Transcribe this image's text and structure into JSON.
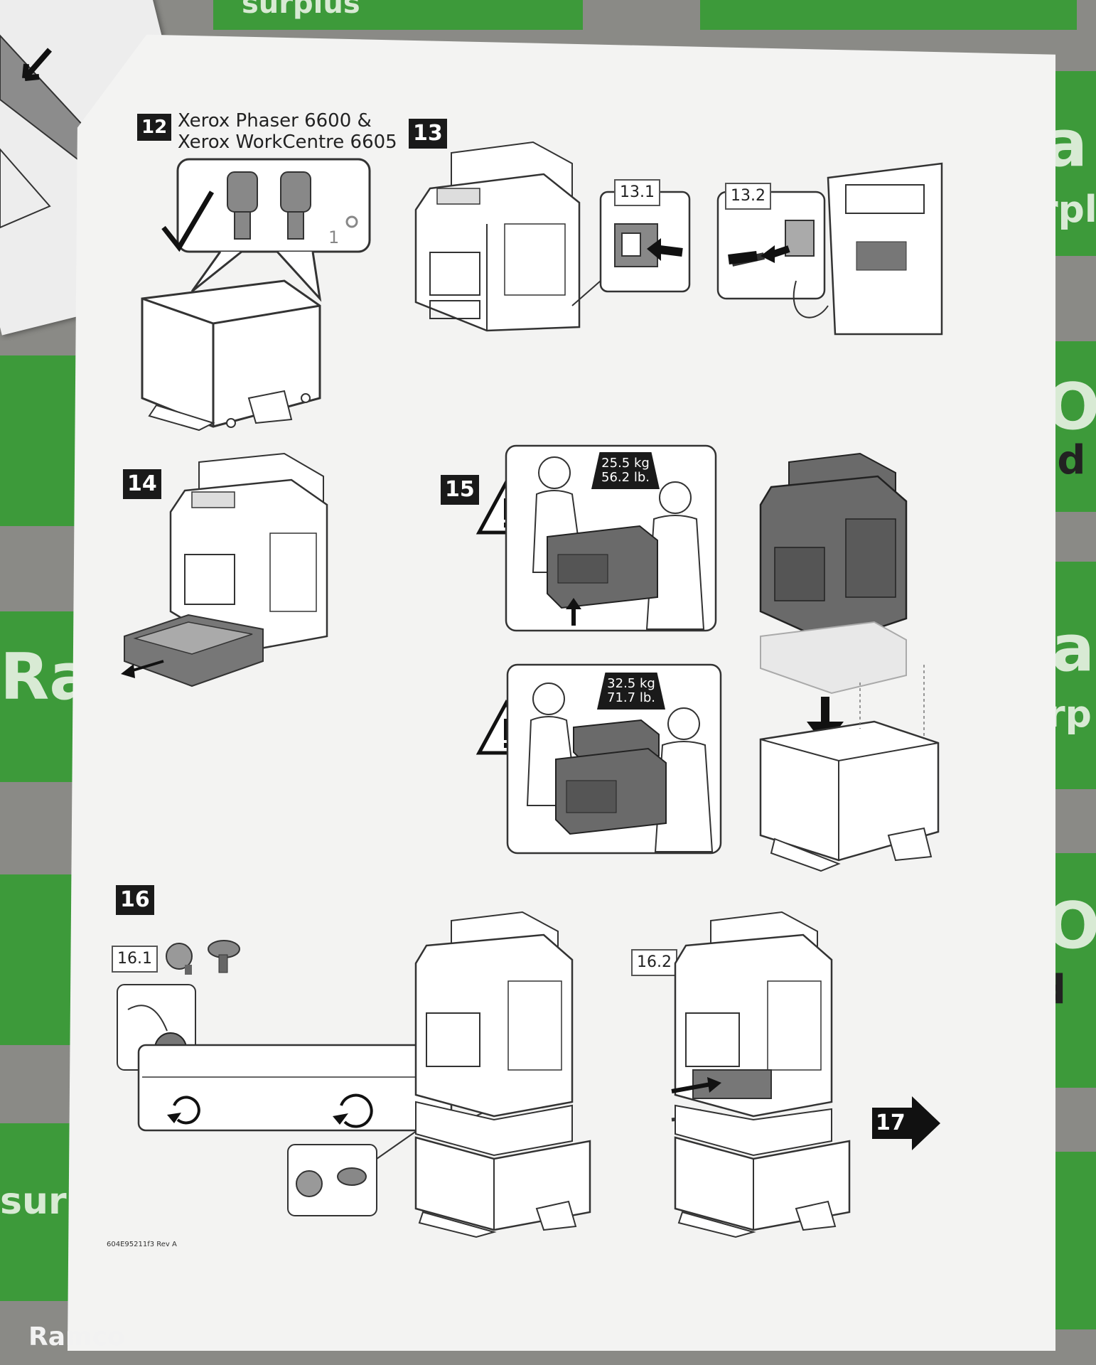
{
  "background": {
    "banner_words": [
      "surplus",
      "Ra",
      "surpl",
      "CO",
      "rted",
      "Ra",
      "surp",
      "CO",
      "ted",
      "Ra",
      "surp"
    ]
  },
  "document": {
    "steps": {
      "s12": {
        "number": "12",
        "title_line1": "Xerox Phaser 6600 &",
        "title_line2": "Xerox WorkCentre 6605",
        "quantity_mark": "1"
      },
      "s13": {
        "number": "13",
        "sub1": "13.1",
        "sub2": "13.2"
      },
      "s14": {
        "number": "14"
      },
      "s15": {
        "number": "15",
        "weight1_kg": "25.5 kg",
        "weight1_lb": "56.2 lb.",
        "weight2_kg": "32.5 kg",
        "weight2_lb": "71.7 lb."
      },
      "s16": {
        "number": "16",
        "sub1": "16.1",
        "sub2": "16.2"
      },
      "s17": {
        "number": "17"
      }
    },
    "doc_code": "604E95211f3 Rev A"
  },
  "watermark": "Ramco",
  "colors": {
    "page": "#f3f3f2",
    "ink": "#1a1a1a",
    "banner_green": "#3d9a3a"
  }
}
